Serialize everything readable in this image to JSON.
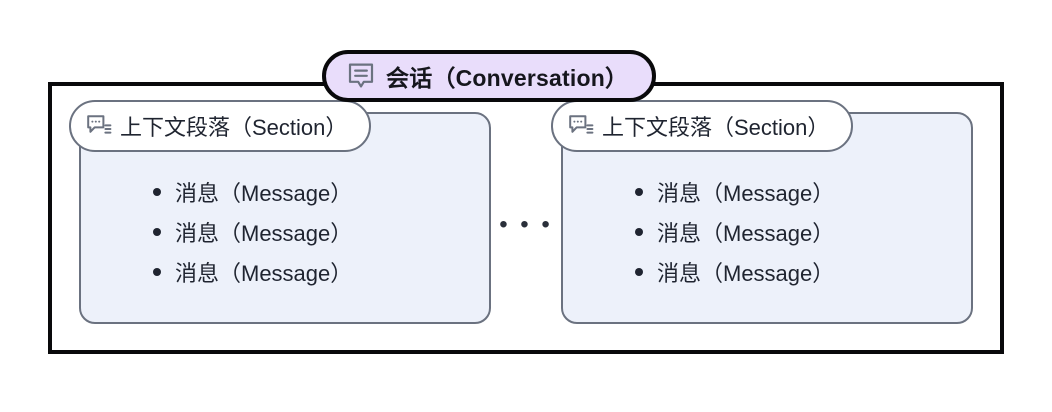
{
  "diagram": {
    "conversation": {
      "icon": "speech-bubble-lines-icon",
      "title": "会话（Conversation）",
      "border_color": "#09090b",
      "pill_fill": "#e9ddfb"
    },
    "ellipsis": "• • •",
    "sections": [
      {
        "icon": "speech-bubble-list-icon",
        "header": "上下文段落（Section）",
        "card_fill": "#edf1fa",
        "card_border": "#6b7280",
        "messages": [
          "消息（Message）",
          "消息（Message）",
          "消息（Message）"
        ]
      },
      {
        "icon": "speech-bubble-list-icon",
        "header": "上下文段落（Section）",
        "card_fill": "#edf1fa",
        "card_border": "#6b7280",
        "messages": [
          "消息（Message）",
          "消息（Message）",
          "消息（Message）"
        ]
      }
    ]
  }
}
